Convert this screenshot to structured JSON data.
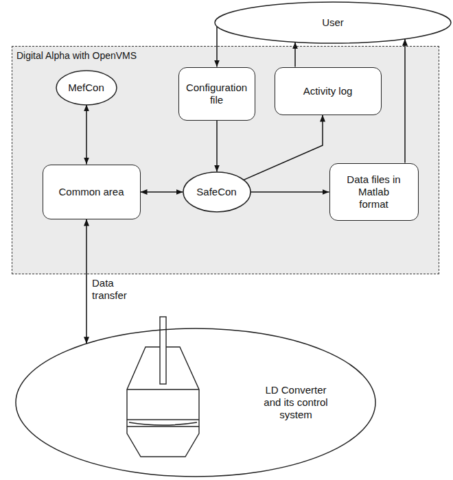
{
  "diagram": {
    "nodes": [
      {
        "text": [
          "User"
        ]
      },
      {
        "text": [
          "Digital Alpha with OpenVMS"
        ]
      },
      {
        "text": [
          "MefCon"
        ],
        "in": 1
      },
      {
        "text": [
          "Configuration file"
        ],
        "in": 1
      },
      {
        "text": [
          "Activity log"
        ],
        "in": 1
      },
      {
        "text": [
          "Common area"
        ],
        "in": 1
      },
      {
        "text": [
          "SafeCon"
        ],
        "in": 1
      },
      {
        "text": [
          "Data files in Matlab format"
        ],
        "in": 1
      },
      {
        "text": [
          "LD Converter and its control system"
        ]
      }
    ],
    "edges": [
      {
        "from": 0,
        "to": 3,
        "arrow": "to"
      },
      {
        "from": 4,
        "to": 0,
        "arrow": "to"
      },
      {
        "from": 7,
        "to": 0,
        "arrow": "to"
      },
      {
        "from": 2,
        "to": 5,
        "arrow": "both"
      },
      {
        "from": 3,
        "to": 6,
        "arrow": "to"
      },
      {
        "from": 6,
        "to": 4,
        "arrow": "to"
      },
      {
        "from": 5,
        "to": 6,
        "arrow": "both"
      },
      {
        "from": 6,
        "to": 7,
        "arrow": "to"
      },
      {
        "from": 5,
        "to": 8,
        "label": "Data transfer",
        "arrow": "both"
      }
    ]
  }
}
